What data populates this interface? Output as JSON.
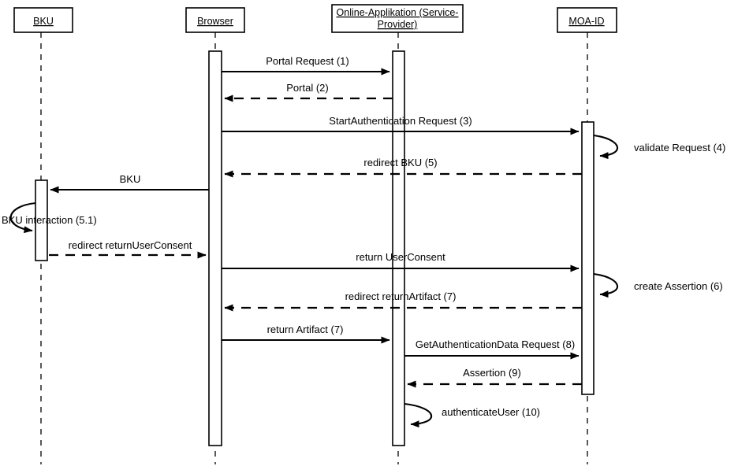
{
  "diagram": {
    "title": "MOA-ID Authentication Sequence",
    "type": "uml-sequence-diagram",
    "colors": {
      "stroke": "#000000",
      "background": "#ffffff"
    },
    "participants": [
      {
        "id": "bku",
        "label": "BKU",
        "line1": "BKU",
        "line2": ""
      },
      {
        "id": "browser",
        "label": "Browser",
        "line1": "Browser",
        "line2": ""
      },
      {
        "id": "online",
        "label": "Online-Applikation (Service-Provider)",
        "line1": "Online-Applikation (Service-",
        "line2": "Provider)"
      },
      {
        "id": "moaid",
        "label": "MOA-ID",
        "line1": "MOA-ID",
        "line2": ""
      }
    ],
    "messages": [
      {
        "n": 1,
        "label": "Portal Request (1)",
        "from": "browser",
        "to": "online",
        "style": "solid"
      },
      {
        "n": 2,
        "label": "Portal (2)",
        "from": "online",
        "to": "browser",
        "style": "dashed"
      },
      {
        "n": 3,
        "label": "StartAuthentication Request (3)",
        "from": "browser",
        "to": "moaid",
        "style": "solid"
      },
      {
        "n": 4,
        "label": "validate Request (4)",
        "from": "moaid",
        "to": "moaid",
        "style": "self"
      },
      {
        "n": 5,
        "label": "redirect BKU (5)",
        "from": "moaid",
        "to": "browser",
        "style": "dashed"
      },
      {
        "n": 6,
        "label": "BKU",
        "from": "browser",
        "to": "bku",
        "style": "solid"
      },
      {
        "n": 7,
        "label": "BKU interaction (5.1)",
        "from": "bku",
        "to": "bku",
        "style": "self"
      },
      {
        "n": 8,
        "label": "redirect returnUserConsent",
        "from": "bku",
        "to": "browser",
        "style": "dashed"
      },
      {
        "n": 9,
        "label": "return UserConsent",
        "from": "browser",
        "to": "moaid",
        "style": "solid"
      },
      {
        "n": 10,
        "label": "create Assertion (6)",
        "from": "moaid",
        "to": "moaid",
        "style": "self"
      },
      {
        "n": 11,
        "label": "redirect returnArtifact (7)",
        "from": "moaid",
        "to": "browser",
        "style": "dashed"
      },
      {
        "n": 12,
        "label": "return Artifact (7)",
        "from": "browser",
        "to": "online",
        "style": "solid"
      },
      {
        "n": 13,
        "label": "GetAuthenticationData Request (8)",
        "from": "online",
        "to": "moaid",
        "style": "solid"
      },
      {
        "n": 14,
        "label": "Assertion (9)",
        "from": "moaid",
        "to": "online",
        "style": "dashed"
      },
      {
        "n": 15,
        "label": "authenticateUser (10)",
        "from": "online",
        "to": "online",
        "style": "self"
      }
    ]
  }
}
